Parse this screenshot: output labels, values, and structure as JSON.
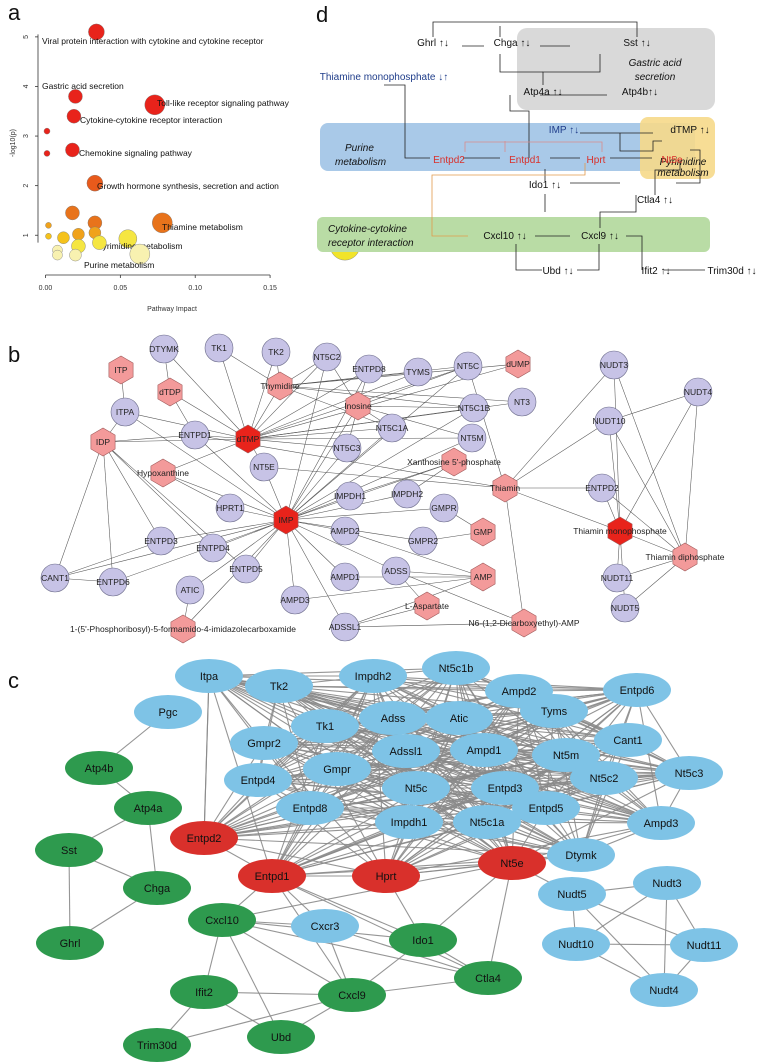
{
  "panel_labels": {
    "a": "a",
    "b": "b",
    "c": "c",
    "d": "d"
  },
  "chart_data": {
    "type": "scatter",
    "xlabel": "Pathway Impact",
    "ylabel": "-log10(p)",
    "xticks": [
      "0.00",
      "0.05",
      "0.10",
      "0.15"
    ],
    "yticks": [
      "1",
      "2",
      "3",
      "4",
      "5"
    ],
    "xlim": [
      -0.005,
      0.18
    ],
    "ylim": [
      0.4,
      5.3
    ],
    "points": [
      {
        "x": 0.034,
        "y": 5.1,
        "r": 8,
        "color": "#e8231b",
        "label": "Viral protein interaction with cytokine and cytokine receptor"
      },
      {
        "x": 0.02,
        "y": 3.8,
        "r": 7,
        "color": "#e8231b",
        "label": "Gastric acid secretion"
      },
      {
        "x": 0.073,
        "y": 3.63,
        "r": 10,
        "color": "#e8231b",
        "label": "Toll-like receptor signaling pathway"
      },
      {
        "x": 0.019,
        "y": 3.4,
        "r": 7,
        "color": "#e8231b",
        "label": "Cytokine-cytokine receptor interaction"
      },
      {
        "x": 0.018,
        "y": 2.72,
        "r": 7,
        "color": "#e8231b",
        "label": "Chemokine signaling pathway"
      },
      {
        "x": 0.033,
        "y": 2.05,
        "r": 8,
        "color": "#e85a1b",
        "label": "Growth hormone synthesis, secretion and action"
      },
      {
        "x": 0.078,
        "y": 1.25,
        "r": 10,
        "color": "#e8731b",
        "label": "Thiamine metabolism"
      },
      {
        "x": 0.055,
        "y": 0.93,
        "r": 9,
        "color": "#f5e642",
        "label": "Pyrimidine metabolism"
      },
      {
        "x": 0.063,
        "y": 0.62,
        "r": 10,
        "color": "#f8f1b0",
        "label": "Purine metabolism"
      },
      {
        "x": 0.2,
        "y": 0.8,
        "r": 15,
        "color": "#f1e42a",
        "label": ""
      },
      {
        "x": 0.001,
        "y": 3.1,
        "r": 3,
        "color": "#e8231b",
        "label": ""
      },
      {
        "x": 0.001,
        "y": 2.65,
        "r": 3,
        "color": "#e8231b",
        "label": ""
      },
      {
        "x": 0.018,
        "y": 1.45,
        "r": 7,
        "color": "#e8731b",
        "label": ""
      },
      {
        "x": 0.033,
        "y": 1.25,
        "r": 7,
        "color": "#e8731b",
        "label": ""
      },
      {
        "x": 0.033,
        "y": 1.05,
        "r": 6,
        "color": "#f0a21b",
        "label": ""
      },
      {
        "x": 0.022,
        "y": 1.02,
        "r": 6,
        "color": "#f0a21b",
        "label": ""
      },
      {
        "x": 0.012,
        "y": 0.95,
        "r": 6,
        "color": "#f5c21b",
        "label": ""
      },
      {
        "x": 0.002,
        "y": 1.2,
        "r": 3,
        "color": "#f0a21b",
        "label": ""
      },
      {
        "x": 0.002,
        "y": 0.98,
        "r": 3,
        "color": "#f5c21b",
        "label": ""
      },
      {
        "x": 0.022,
        "y": 0.78,
        "r": 7,
        "color": "#f5e642",
        "label": ""
      },
      {
        "x": 0.036,
        "y": 0.85,
        "r": 7,
        "color": "#f5e642",
        "label": ""
      },
      {
        "x": 0.008,
        "y": 0.7,
        "r": 5,
        "color": "#f8f1b0",
        "label": ""
      },
      {
        "x": 0.02,
        "y": 0.6,
        "r": 6,
        "color": "#f8f1b0",
        "label": ""
      },
      {
        "x": 0.008,
        "y": 0.6,
        "r": 5,
        "color": "#f8f1b0",
        "label": ""
      }
    ]
  },
  "network_b": {
    "nodes": [
      {
        "id": "ITP",
        "shape": "hex",
        "color": "#f39a9a"
      },
      {
        "id": "ITPA",
        "shape": "circle",
        "color": "#c7c3e6"
      },
      {
        "id": "DTYMK",
        "shape": "circle",
        "color": "#c7c3e6"
      },
      {
        "id": "dTDP",
        "shape": "hex",
        "color": "#f39a9a"
      },
      {
        "id": "TK1",
        "shape": "circle",
        "color": "#c7c3e6"
      },
      {
        "id": "TK2",
        "shape": "circle",
        "color": "#c7c3e6"
      },
      {
        "id": "NT5C2",
        "shape": "circle",
        "color": "#c7c3e6"
      },
      {
        "id": "ENTPD8",
        "shape": "circle",
        "color": "#c7c3e6"
      },
      {
        "id": "TYMS",
        "shape": "circle",
        "color": "#c7c3e6"
      },
      {
        "id": "NT5C",
        "shape": "circle",
        "color": "#c7c3e6"
      },
      {
        "id": "dUMP",
        "shape": "hex",
        "color": "#f39a9a"
      },
      {
        "id": "Thymidine",
        "shape": "hex",
        "color": "#f39a9a"
      },
      {
        "id": "Inosine",
        "shape": "hex",
        "color": "#f39a9a"
      },
      {
        "id": "NT5C1B",
        "shape": "circle",
        "color": "#c7c3e6"
      },
      {
        "id": "NT3",
        "shape": "circle",
        "color": "#c7c3e6"
      },
      {
        "id": "IDP",
        "shape": "hex",
        "color": "#f39a9a"
      },
      {
        "id": "ENTPD1",
        "shape": "circle",
        "color": "#c7c3e6"
      },
      {
        "id": "dTMP",
        "shape": "hex",
        "color": "#e8231b"
      },
      {
        "id": "NT5C1A",
        "shape": "circle",
        "color": "#c7c3e6"
      },
      {
        "id": "NT5M",
        "shape": "circle",
        "color": "#c7c3e6"
      },
      {
        "id": "NT5C3",
        "shape": "circle",
        "color": "#c7c3e6"
      },
      {
        "id": "Hypoxanthine",
        "shape": "hex",
        "color": "#f39a9a"
      },
      {
        "id": "NT5E",
        "shape": "circle",
        "color": "#c7c3e6"
      },
      {
        "id": "Xanthosine 5'-phosphate",
        "shape": "hex",
        "color": "#f39a9a"
      },
      {
        "id": "IMPDH1",
        "shape": "circle",
        "color": "#c7c3e6"
      },
      {
        "id": "IMPDH2",
        "shape": "circle",
        "color": "#c7c3e6"
      },
      {
        "id": "HPRT1",
        "shape": "circle",
        "color": "#c7c3e6"
      },
      {
        "id": "IMP",
        "shape": "hex",
        "color": "#e8231b"
      },
      {
        "id": "GMPR",
        "shape": "circle",
        "color": "#c7c3e6"
      },
      {
        "id": "GMPR2",
        "shape": "circle",
        "color": "#c7c3e6"
      },
      {
        "id": "GMP",
        "shape": "hex",
        "color": "#f39a9a"
      },
      {
        "id": "AMPD2",
        "shape": "circle",
        "color": "#c7c3e6"
      },
      {
        "id": "ENTPD3",
        "shape": "circle",
        "color": "#c7c3e6"
      },
      {
        "id": "ENTPD4",
        "shape": "circle",
        "color": "#c7c3e6"
      },
      {
        "id": "CANT1",
        "shape": "circle",
        "color": "#c7c3e6"
      },
      {
        "id": "ENTPD6",
        "shape": "circle",
        "color": "#c7c3e6"
      },
      {
        "id": "ENTPD5",
        "shape": "circle",
        "color": "#c7c3e6"
      },
      {
        "id": "ATIC",
        "shape": "circle",
        "color": "#c7c3e6"
      },
      {
        "id": "AMPD3",
        "shape": "circle",
        "color": "#c7c3e6"
      },
      {
        "id": "AMPD1",
        "shape": "circle",
        "color": "#c7c3e6"
      },
      {
        "id": "ADSS",
        "shape": "circle",
        "color": "#c7c3e6"
      },
      {
        "id": "AMP",
        "shape": "hex",
        "color": "#f39a9a"
      },
      {
        "id": "L-Aspartate",
        "shape": "hex",
        "color": "#f39a9a"
      },
      {
        "id": "ADSSL1",
        "shape": "circle",
        "color": "#c7c3e6"
      },
      {
        "id": "1-(5'-Phosphoribosyl)-5-formamido-4-imidazolecarboxamide",
        "shape": "hex",
        "color": "#f39a9a"
      },
      {
        "id": "N6-(1,2-Dicarboxyethyl)-AMP",
        "shape": "hex",
        "color": "#f39a9a"
      },
      {
        "id": "NUDT3",
        "shape": "circle",
        "color": "#c7c3e6"
      },
      {
        "id": "NUDT4",
        "shape": "circle",
        "color": "#c7c3e6"
      },
      {
        "id": "NUDT10",
        "shape": "circle",
        "color": "#c7c3e6"
      },
      {
        "id": "Thiamin",
        "shape": "hex",
        "color": "#f39a9a"
      },
      {
        "id": "ENTPD2",
        "shape": "circle",
        "color": "#c7c3e6"
      },
      {
        "id": "Thiamin monophosphate",
        "shape": "hex",
        "color": "#e8231b"
      },
      {
        "id": "Thiamin diphosphate",
        "shape": "hex",
        "color": "#f39a9a"
      },
      {
        "id": "NUDT11",
        "shape": "circle",
        "color": "#c7c3e6"
      },
      {
        "id": "NUDT5",
        "shape": "circle",
        "color": "#c7c3e6"
      }
    ]
  },
  "network_c": {
    "nodes": [
      {
        "id": "Itpa",
        "color": "#7ec3e6"
      },
      {
        "id": "Tk2",
        "color": "#7ec3e6"
      },
      {
        "id": "Impdh2",
        "color": "#7ec3e6"
      },
      {
        "id": "Nt5c1b",
        "color": "#7ec3e6"
      },
      {
        "id": "Ampd2",
        "color": "#7ec3e6"
      },
      {
        "id": "Entpd6",
        "color": "#7ec3e6"
      },
      {
        "id": "Pgc",
        "color": "#7ec3e6"
      },
      {
        "id": "Adss",
        "color": "#7ec3e6"
      },
      {
        "id": "Atic",
        "color": "#7ec3e6"
      },
      {
        "id": "Tyms",
        "color": "#7ec3e6"
      },
      {
        "id": "Tk1",
        "color": "#7ec3e6"
      },
      {
        "id": "Gmpr2",
        "color": "#7ec3e6"
      },
      {
        "id": "Cant1",
        "color": "#7ec3e6"
      },
      {
        "id": "Atp4b",
        "color": "#2e9a4e"
      },
      {
        "id": "Adssl1",
        "color": "#7ec3e6"
      },
      {
        "id": "Ampd1",
        "color": "#7ec3e6"
      },
      {
        "id": "Nt5m",
        "color": "#7ec3e6"
      },
      {
        "id": "Atp4a",
        "color": "#2e9a4e"
      },
      {
        "id": "Gmpr",
        "color": "#7ec3e6"
      },
      {
        "id": "Entpd4",
        "color": "#7ec3e6"
      },
      {
        "id": "Nt5c2",
        "color": "#7ec3e6"
      },
      {
        "id": "Nt5c3",
        "color": "#7ec3e6"
      },
      {
        "id": "Sst",
        "color": "#2e9a4e"
      },
      {
        "id": "Nt5c",
        "color": "#7ec3e6"
      },
      {
        "id": "Entpd3",
        "color": "#7ec3e6"
      },
      {
        "id": "Entpd8",
        "color": "#7ec3e6"
      },
      {
        "id": "Entpd5",
        "color": "#7ec3e6"
      },
      {
        "id": "Entpd2",
        "color": "#d9302b"
      },
      {
        "id": "Impdh1",
        "color": "#7ec3e6"
      },
      {
        "id": "Nt5c1a",
        "color": "#7ec3e6"
      },
      {
        "id": "Ampd3",
        "color": "#7ec3e6"
      },
      {
        "id": "Chga",
        "color": "#2e9a4e"
      },
      {
        "id": "Dtymk",
        "color": "#7ec3e6"
      },
      {
        "id": "Entpd1",
        "color": "#d9302b"
      },
      {
        "id": "Hprt",
        "color": "#d9302b"
      },
      {
        "id": "Nt5e",
        "color": "#d9302b"
      },
      {
        "id": "Nudt5",
        "color": "#7ec3e6"
      },
      {
        "id": "Nudt3",
        "color": "#7ec3e6"
      },
      {
        "id": "Ghrl",
        "color": "#2e9a4e"
      },
      {
        "id": "Cxcl10",
        "color": "#2e9a4e"
      },
      {
        "id": "Cxcr3",
        "color": "#7ec3e6"
      },
      {
        "id": "Ido1",
        "color": "#2e9a4e"
      },
      {
        "id": "Nudt11",
        "color": "#7ec3e6"
      },
      {
        "id": "Nudt10",
        "color": "#7ec3e6"
      },
      {
        "id": "Ctla4",
        "color": "#2e9a4e"
      },
      {
        "id": "Ifit2",
        "color": "#2e9a4e"
      },
      {
        "id": "Cxcl9",
        "color": "#2e9a4e"
      },
      {
        "id": "Nudt4",
        "color": "#7ec3e6"
      },
      {
        "id": "Trim30d",
        "color": "#2e9a4e"
      },
      {
        "id": "Ubd",
        "color": "#2e9a4e"
      }
    ]
  },
  "diagram_d": {
    "boxes": [
      {
        "label": "Gastric acid\nsecretion",
        "color": "#d9d9d9"
      },
      {
        "label": "Purine\nmetabolism",
        "color": "#a9c9e8"
      },
      {
        "label": "Pyrimidine\nmetabolism",
        "color": "#f6d98a"
      },
      {
        "label": "Cytokine-cytokine\nreceptor interaction",
        "color": "#b9dca5"
      }
    ],
    "items": [
      {
        "label": "Ghrl ↑↓",
        "color": "#111"
      },
      {
        "label": "Chga ↑↓",
        "color": "#111"
      },
      {
        "label": "Sst ↑↓",
        "color": "#111"
      },
      {
        "label": "Thiamine monophosphate ↓↑",
        "color": "#1f3d8a"
      },
      {
        "label": "Atp4a ↑↓",
        "color": "#111"
      },
      {
        "label": "Atp4b↑↓",
        "color": "#111"
      },
      {
        "label": "IMP ↑↓",
        "color": "#1f3d8a"
      },
      {
        "label": "dTMP ↑↓",
        "color": "#111"
      },
      {
        "label": "Entpd2",
        "color": "#d9302b"
      },
      {
        "label": "Entpd1",
        "color": "#d9302b"
      },
      {
        "label": "Hprt",
        "color": "#d9302b"
      },
      {
        "label": "Nt5e",
        "color": "#d9302b"
      },
      {
        "label": "Ido1 ↑↓",
        "color": "#111"
      },
      {
        "label": "Ctla4 ↑↓",
        "color": "#111"
      },
      {
        "label": "Cxcl10 ↑↓",
        "color": "#111"
      },
      {
        "label": "Cxcl9 ↑↓",
        "color": "#111"
      },
      {
        "label": "Ubd ↑↓",
        "color": "#111"
      },
      {
        "label": "Ifit2 ↑↓",
        "color": "#111"
      },
      {
        "label": "Trim30d ↑↓",
        "color": "#111"
      }
    ]
  }
}
